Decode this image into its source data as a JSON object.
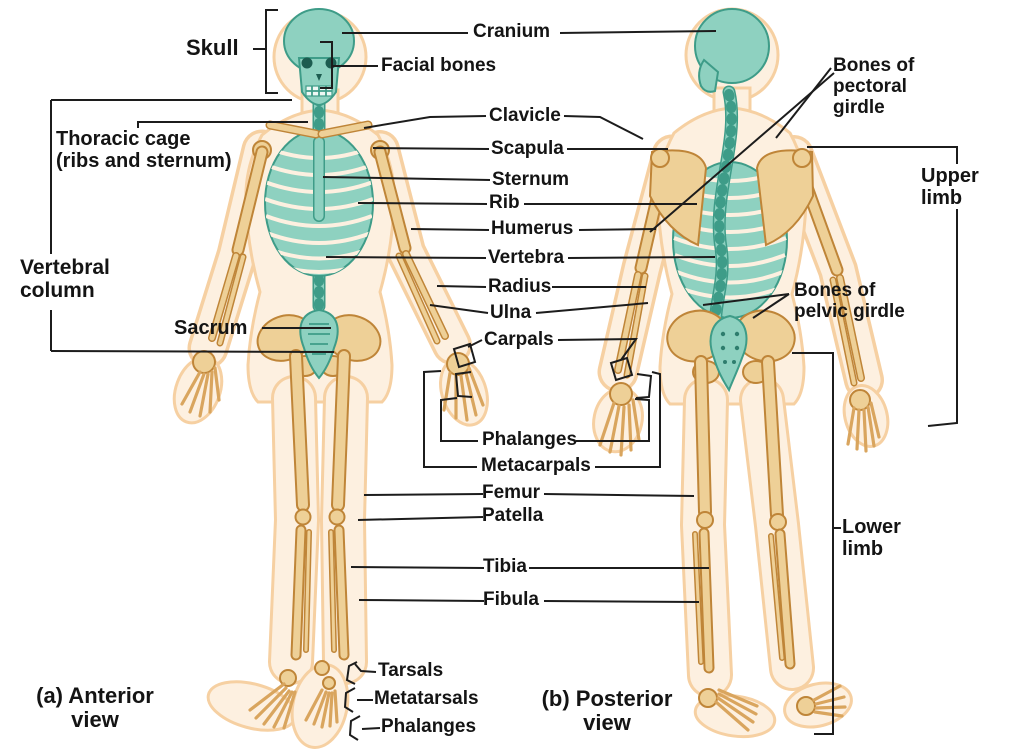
{
  "palette": {
    "background": "#ffffff",
    "axial_bone_fill": "#8ed1c0",
    "axial_bone_outline": "#3e9c88",
    "limb_bone_fill": "#eed097",
    "limb_bone_outline": "#bf8538",
    "body_silhouette": "#fdf0e0",
    "body_outline": "#f6d0a2",
    "leader_line": "#1c1c1c",
    "label_text": "#141414"
  },
  "labels": {
    "skull": "Skull",
    "cranium": "Cranium",
    "facial_bones": "Facial bones",
    "thoracic_cage": "Thoracic cage",
    "thoracic_cage_detail": "(ribs and sternum)",
    "vertebral_column": "Vertebral column",
    "sacrum": "Sacrum",
    "clavicle": "Clavicle",
    "scapula": "Scapula",
    "sternum": "Sternum",
    "rib": "Rib",
    "humerus": "Humerus",
    "vertebra": "Vertebra",
    "radius": "Radius",
    "ulna": "Ulna",
    "carpals": "Carpals",
    "phalanges_hand": "Phalanges",
    "metacarpals": "Metacarpals",
    "femur": "Femur",
    "patella": "Patella",
    "tibia": "Tibia",
    "fibula": "Fibula",
    "tarsals": "Tarsals",
    "metatarsals": "Metatarsals",
    "phalanges_foot": "Phalanges",
    "bones_of_pectoral_girdle": "Bones of pectoral girdle",
    "upper_limb": "Upper limb",
    "bones_of_pelvic_girdle": "Bones of pelvic girdle",
    "lower_limb": "Lower limb"
  },
  "captions": {
    "anterior": "(a) Anterior view",
    "posterior": "(b) Posterior view"
  }
}
